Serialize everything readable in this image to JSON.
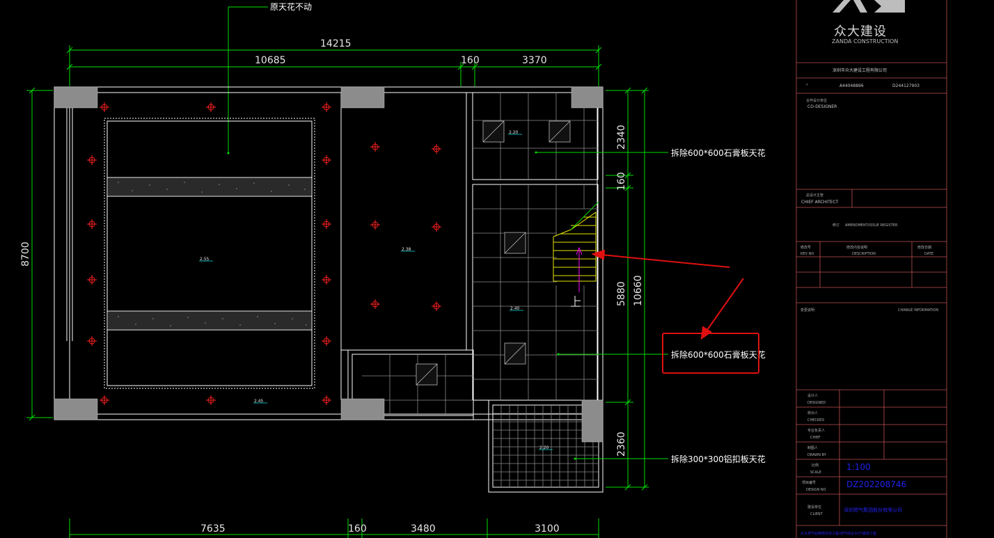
{
  "drawing": {
    "top_note": "原天花不动",
    "dims_top": {
      "overall": "14215",
      "seg1": "10685",
      "seg2": "160",
      "seg3": "3370"
    },
    "dims_left": {
      "height": "8700"
    },
    "dims_right": {
      "d1": "2340",
      "d2": "160",
      "d3": "5880",
      "d4": "2360",
      "overall": "10660"
    },
    "dims_bottom": {
      "b1": "7635",
      "b2": "160",
      "b3": "3480",
      "b4": "3100"
    },
    "callouts": {
      "c1": "拆除600*600石膏板天花",
      "c2": "拆除600*600石膏板天花",
      "c3": "拆除300*300铝扣板天花"
    },
    "elevations": {
      "e1": "2.55",
      "e2": "2.38",
      "e3": "2.40",
      "e4": "2.45",
      "e5": "2.20",
      "e6": "2.20"
    },
    "stair_label": "上",
    "highlight_color": "#e01010",
    "line_color": "#ffffff",
    "dim_color": "#00e000"
  },
  "title_block": {
    "logo_cn": "众大建设",
    "logo_en": "ZANDA CONSTRUCTION",
    "company": "深圳市众大建设工程有限公司",
    "license_a": "A44048896",
    "license_b": "D244127903",
    "co_designer_cn": "合作设计单位",
    "co_designer_en": "CO-DESIGNER",
    "chief_cn": "总设计主管",
    "chief_en": "CHIEF ARCHITECT",
    "amend_cn": "修订",
    "amend_en": "AMENDMENT/ISSUE REGISTER",
    "rev_cn": "修改号",
    "rev_en": "REV NO",
    "desc_cn": "修改内容说明",
    "desc_en": "DESCRIPTION",
    "date_cn": "修改日期",
    "date_en": "DATE",
    "change_cn": "变更说明",
    "change_en": "CHANGE INFORMATION",
    "designed_cn": "设计人",
    "designed_en": "DESIGNED",
    "checked_cn": "校对人",
    "checked_en": "CHECKED",
    "chief2_cn": "专业负责人",
    "chief2_en": "CHIEF",
    "drawn_cn": "制图人",
    "drawn_en": "DRAWN BY",
    "scale_cn": "比例",
    "scale_en": "SCALE",
    "scale_val": "1:100",
    "design_no_cn": "项目编号",
    "design_no_en": "DESIGN NO",
    "design_no_val": "DZ202208746",
    "client_cn": "建设单位",
    "client_en": "CLIENT",
    "client_val": "深圳燃气集团股份有限公司",
    "project_val": "水头燃气站维修改造工程(燃气综合大厅)装修工程"
  }
}
